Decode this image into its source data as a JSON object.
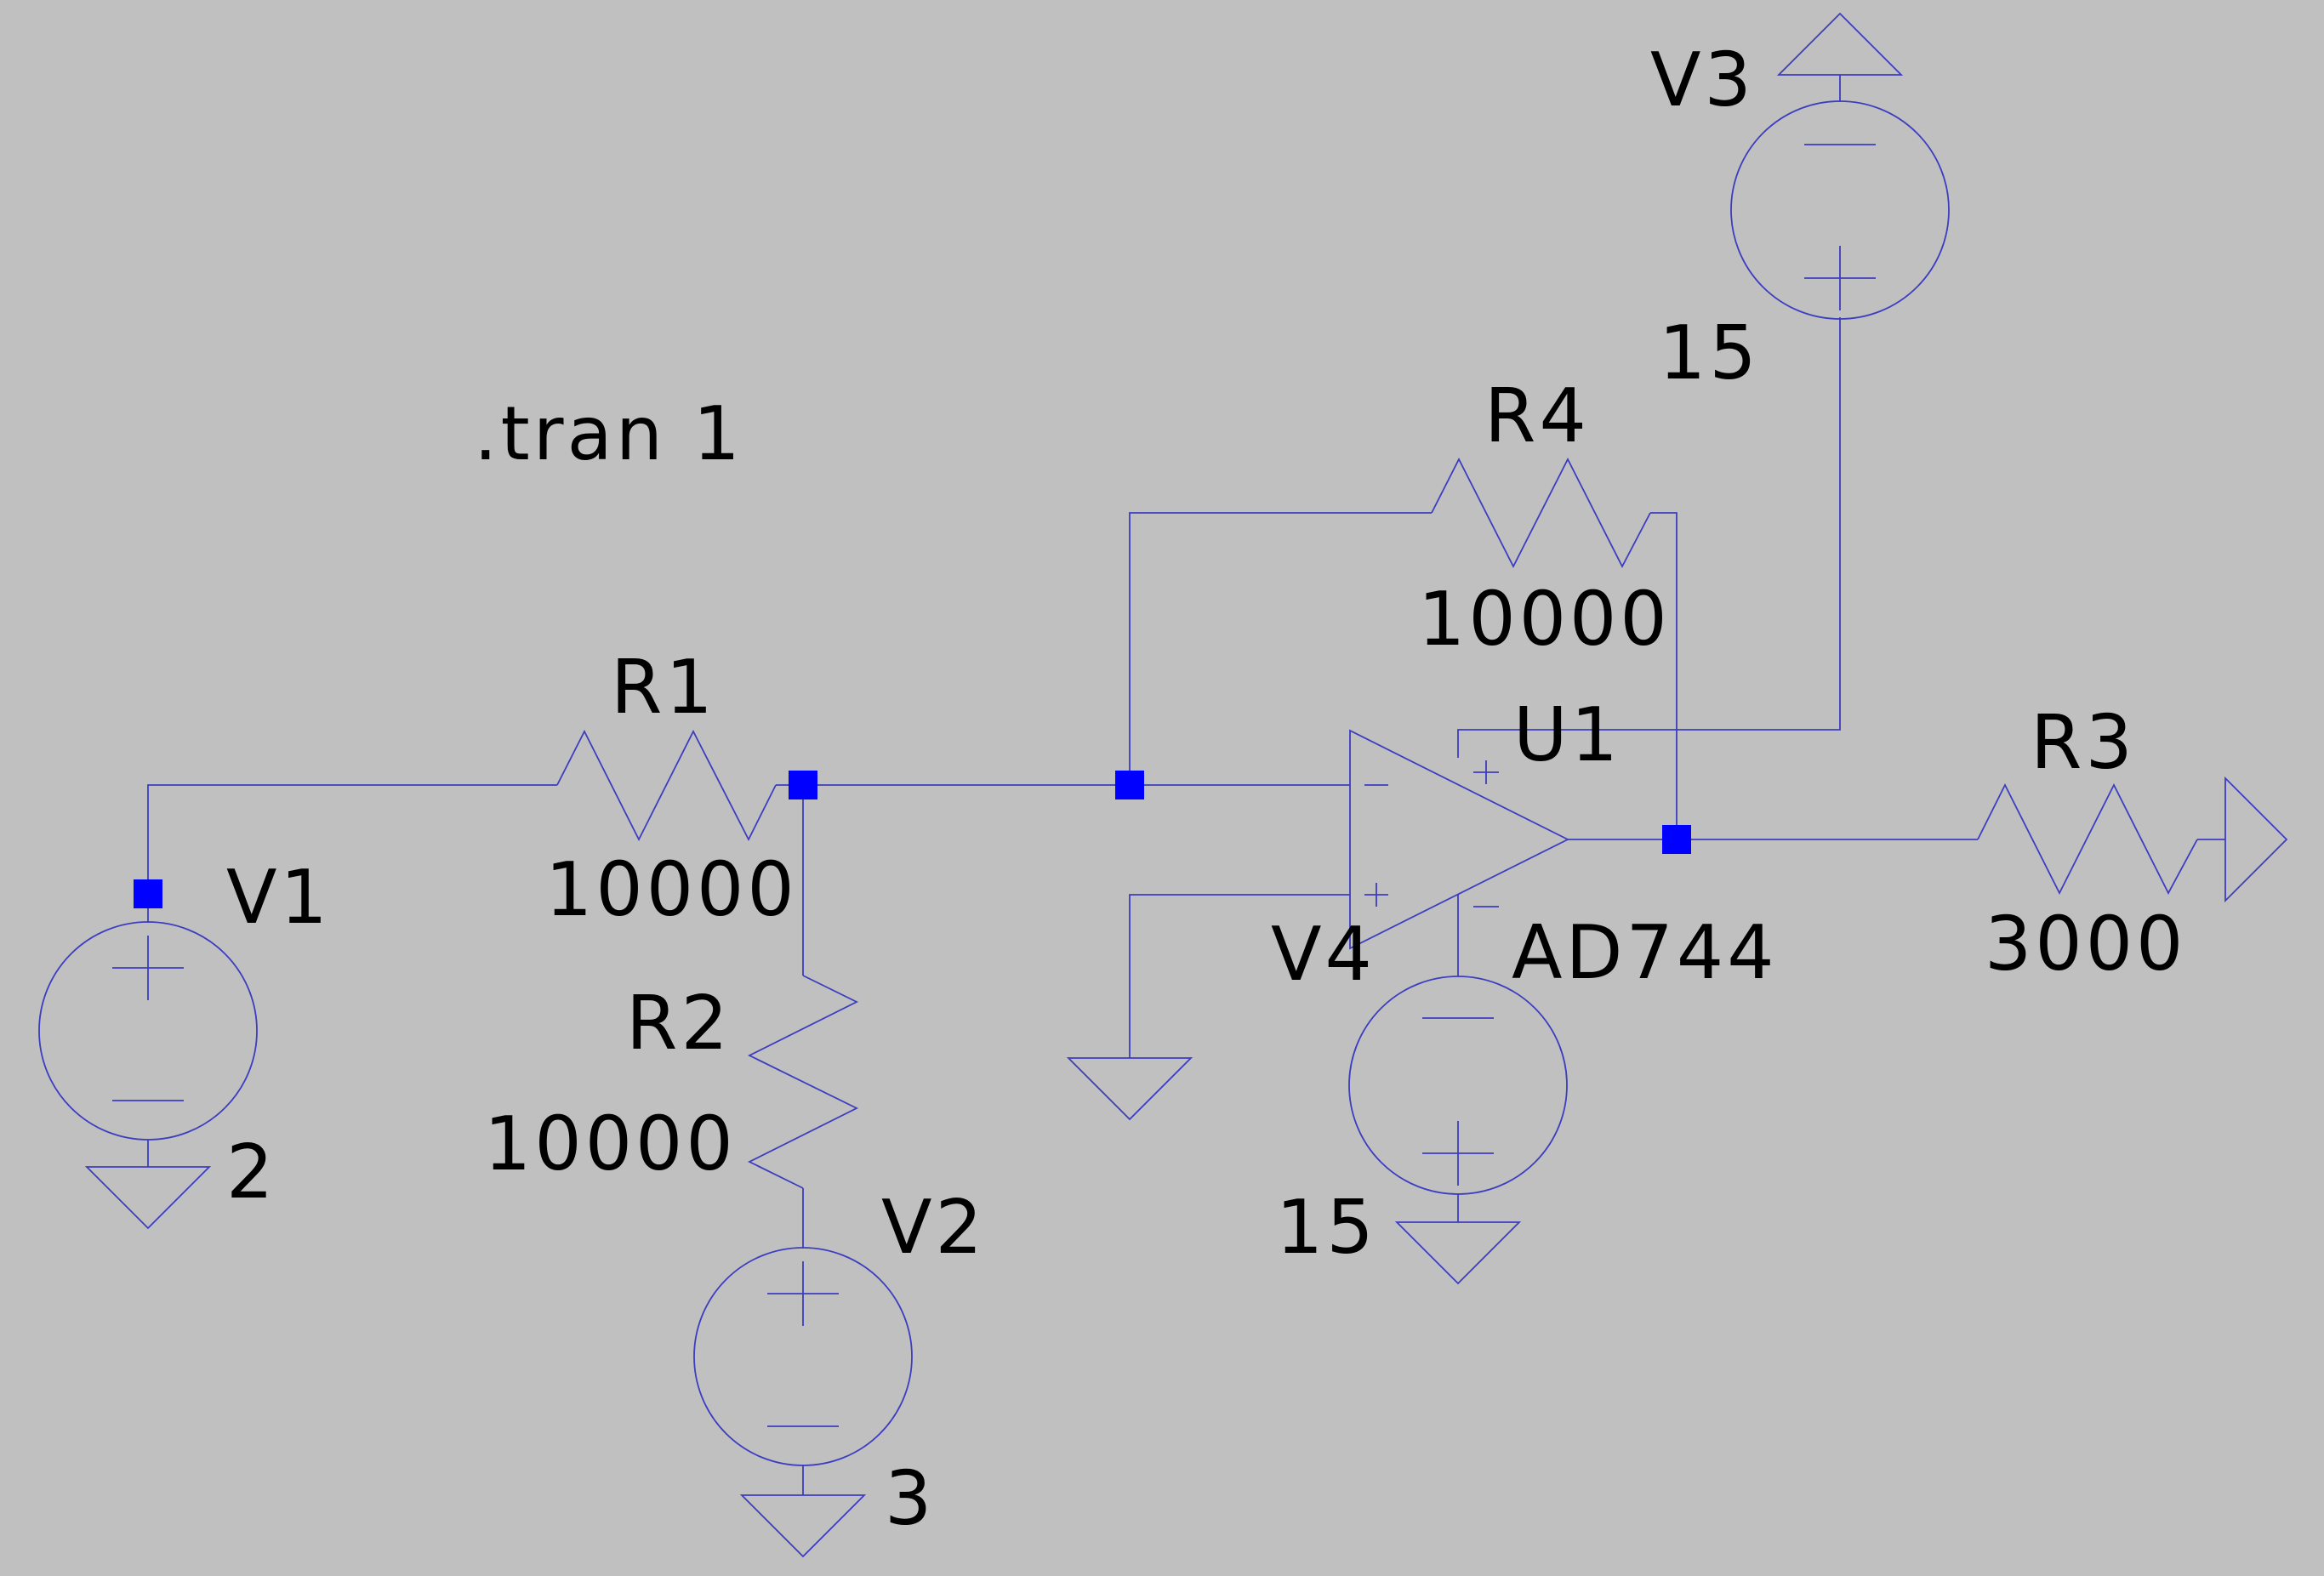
{
  "schematic": {
    "background": "#c0c0c0",
    "wire_color": "#3d3dc0",
    "node_color": "#0000ff",
    "directive": ".tran 1",
    "components": {
      "v1": {
        "name": "V1",
        "value": "2"
      },
      "v2": {
        "name": "V2",
        "value": "3"
      },
      "v3": {
        "name": "V3",
        "value": "15"
      },
      "v4": {
        "name": "V4",
        "value": "15"
      },
      "r1": {
        "name": "R1",
        "value": "10000"
      },
      "r2": {
        "name": "R2",
        "value": "10000"
      },
      "r3": {
        "name": "R3",
        "value": "3000"
      },
      "r4": {
        "name": "R4",
        "value": "10000"
      },
      "u1": {
        "name": "U1",
        "value": "AD744"
      }
    }
  }
}
